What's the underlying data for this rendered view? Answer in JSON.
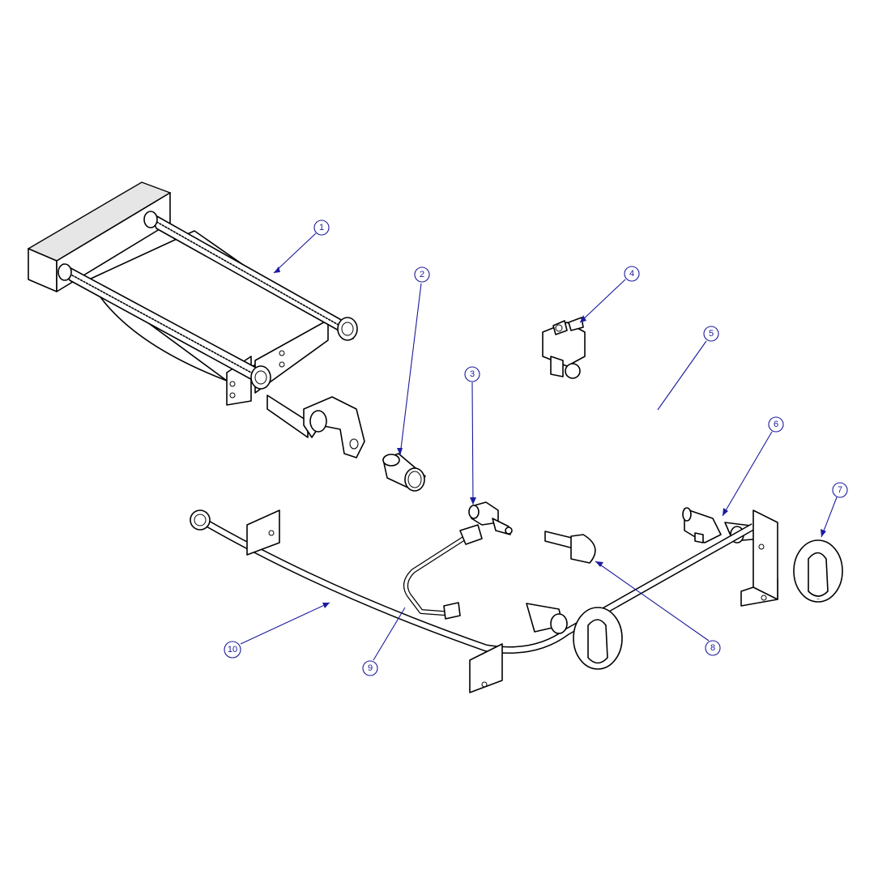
{
  "callouts": [
    {
      "id": "1",
      "label": "1"
    },
    {
      "id": "2",
      "label": "2"
    },
    {
      "id": "3",
      "label": "3"
    },
    {
      "id": "4",
      "label": "4"
    },
    {
      "id": "5",
      "label": "5"
    },
    {
      "id": "6",
      "label": "6"
    },
    {
      "id": "7",
      "label": "7"
    },
    {
      "id": "8",
      "label": "8"
    },
    {
      "id": "9",
      "label": "9"
    },
    {
      "id": "10",
      "label": "10"
    }
  ],
  "colors": {
    "line": "#000000",
    "callout": "#1a1a9c",
    "background": "#ffffff"
  }
}
